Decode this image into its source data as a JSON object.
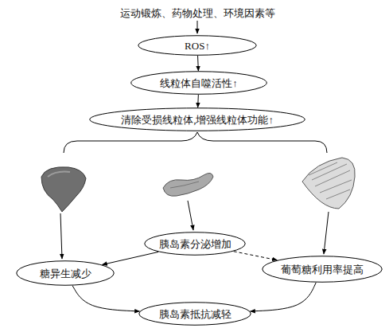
{
  "diagram": {
    "nodes": [
      {
        "text": [
          "ROS↑"
        ]
      },
      {
        "text": [
          "线粒体自噬活性↑"
        ]
      },
      {
        "text": [
          "清除受损线粒体,增强线粒体功能↑"
        ]
      },
      {
        "text": [
          "胰岛素分泌增加"
        ]
      },
      {
        "text": [
          "糖异生减少"
        ]
      },
      {
        "text": [
          "葡萄糖利用率提高"
        ]
      },
      {
        "text": [
          "胰岛素抵抗减轻"
        ]
      }
    ],
    "edges": [
      {
        "from": 0,
        "to": 1,
        "arrow": "to"
      },
      {
        "from": 1,
        "to": 2,
        "arrow": "to"
      },
      {
        "from": 3,
        "to": 4,
        "arrow": "to"
      },
      {
        "from": 3,
        "to": 5,
        "arrow": "to"
      },
      {
        "from": 4,
        "to": 6,
        "arrow": "to"
      },
      {
        "from": 5,
        "to": 6,
        "arrow": "to"
      }
    ],
    "labels": [
      "运动锻炼、药物处理、环境因素等"
    ]
  }
}
